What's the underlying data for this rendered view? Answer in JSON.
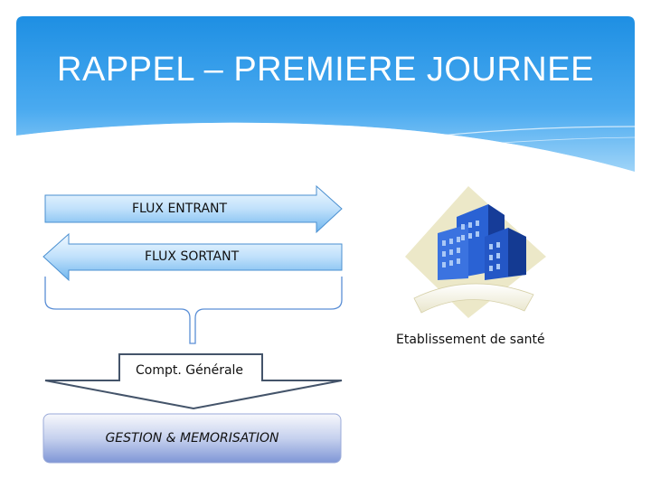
{
  "slide": {
    "title": "RAPPEL – PREMIERE JOURNEE"
  },
  "diagram": {
    "flux_entrant": "FLUX ENTRANT",
    "flux_sortant": "FLUX SORTANT",
    "etablissement": "Etablissement de santé",
    "compt_generale": "Compt. Générale",
    "gestion": "GESTION & MEMORISATION"
  },
  "colors": {
    "header_top": "#1e8fe3",
    "header_bottom": "#8fcdf6",
    "arrow_light": "#e8f4fd",
    "arrow_mid": "#6fb6ee",
    "arrow_stroke": "#4a8fd0",
    "gestion_top": "#f4f6fb",
    "gestion_bottom": "#8a9fd8",
    "building_blue": "#1f56c9"
  }
}
